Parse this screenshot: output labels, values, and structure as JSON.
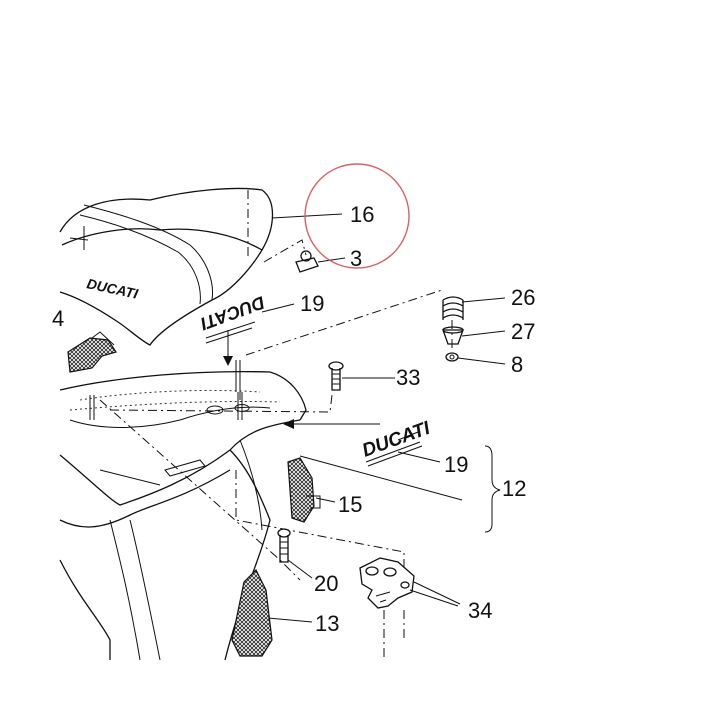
{
  "callouts": [
    {
      "id": "c16",
      "label": "16"
    },
    {
      "id": "c3",
      "label": "3"
    },
    {
      "id": "c19a",
      "label": "19"
    },
    {
      "id": "c26",
      "label": "26"
    },
    {
      "id": "c27",
      "label": "27"
    },
    {
      "id": "c8",
      "label": "8"
    },
    {
      "id": "c33",
      "label": "33"
    },
    {
      "id": "c19b",
      "label": "19"
    },
    {
      "id": "c12",
      "label": "12"
    },
    {
      "id": "c15",
      "label": "15"
    },
    {
      "id": "c20",
      "label": "20"
    },
    {
      "id": "c13",
      "label": "13"
    },
    {
      "id": "c34",
      "label": "34"
    },
    {
      "id": "c4",
      "label": "4"
    }
  ],
  "decals": {
    "seat_logo": "DUCATI",
    "decal_logo": "DUCATI",
    "tail_logo": "DUCATI"
  },
  "highlight_color": "#d9606a"
}
